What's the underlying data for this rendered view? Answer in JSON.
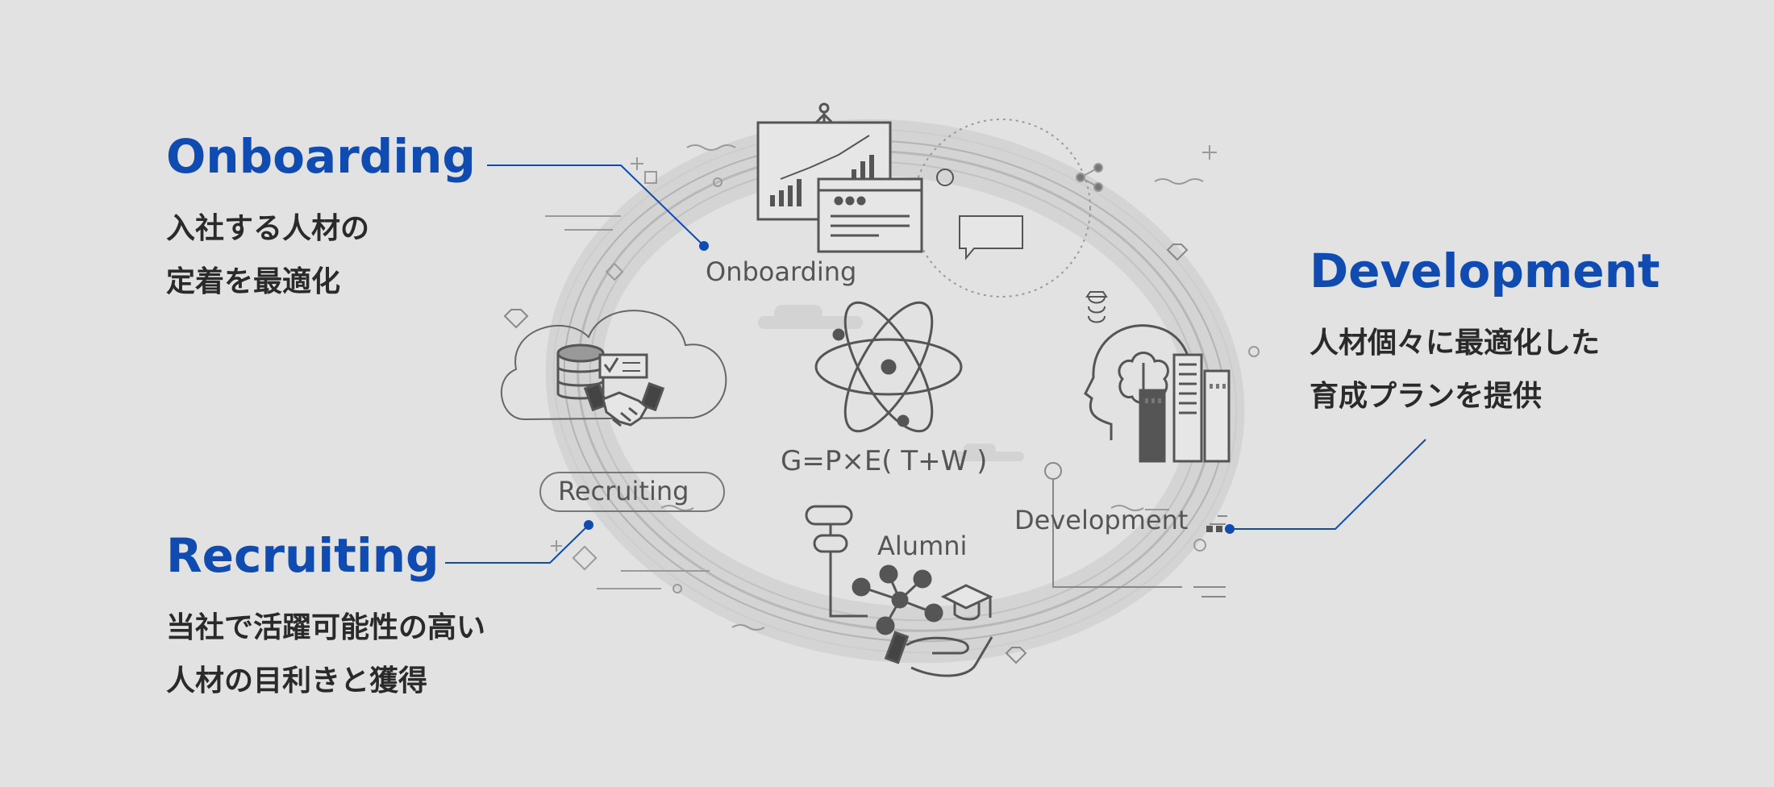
{
  "callouts": {
    "onboarding": {
      "title": "Onboarding",
      "desc_line1": "入社する人材の",
      "desc_line2": "定着を最適化"
    },
    "recruiting": {
      "title": "Recruiting",
      "desc_line1": "当社で活躍可能性の高い",
      "desc_line2": "人材の目利きと獲得"
    },
    "development": {
      "title": "Development",
      "desc_line1": "人材個々に最適化した",
      "desc_line2": "育成プランを提供"
    }
  },
  "diagram": {
    "labels": {
      "onboarding": "Onboarding",
      "recruiting": "Recruiting",
      "development": "Development",
      "alumni": "Alumni",
      "formula": "G=P×E( T+W )"
    },
    "icons": {
      "onboarding": "presentation-board-icon",
      "recruiting": "handshake-database-icon",
      "development": "brain-head-buildings-icon",
      "alumni": "network-graduation-hand-icon",
      "center": "atom-icon"
    },
    "colors": {
      "accent": "#0f4bb0",
      "text": "#2a2a2a",
      "illustration": "#555555",
      "background": "#e2e2e2"
    }
  }
}
